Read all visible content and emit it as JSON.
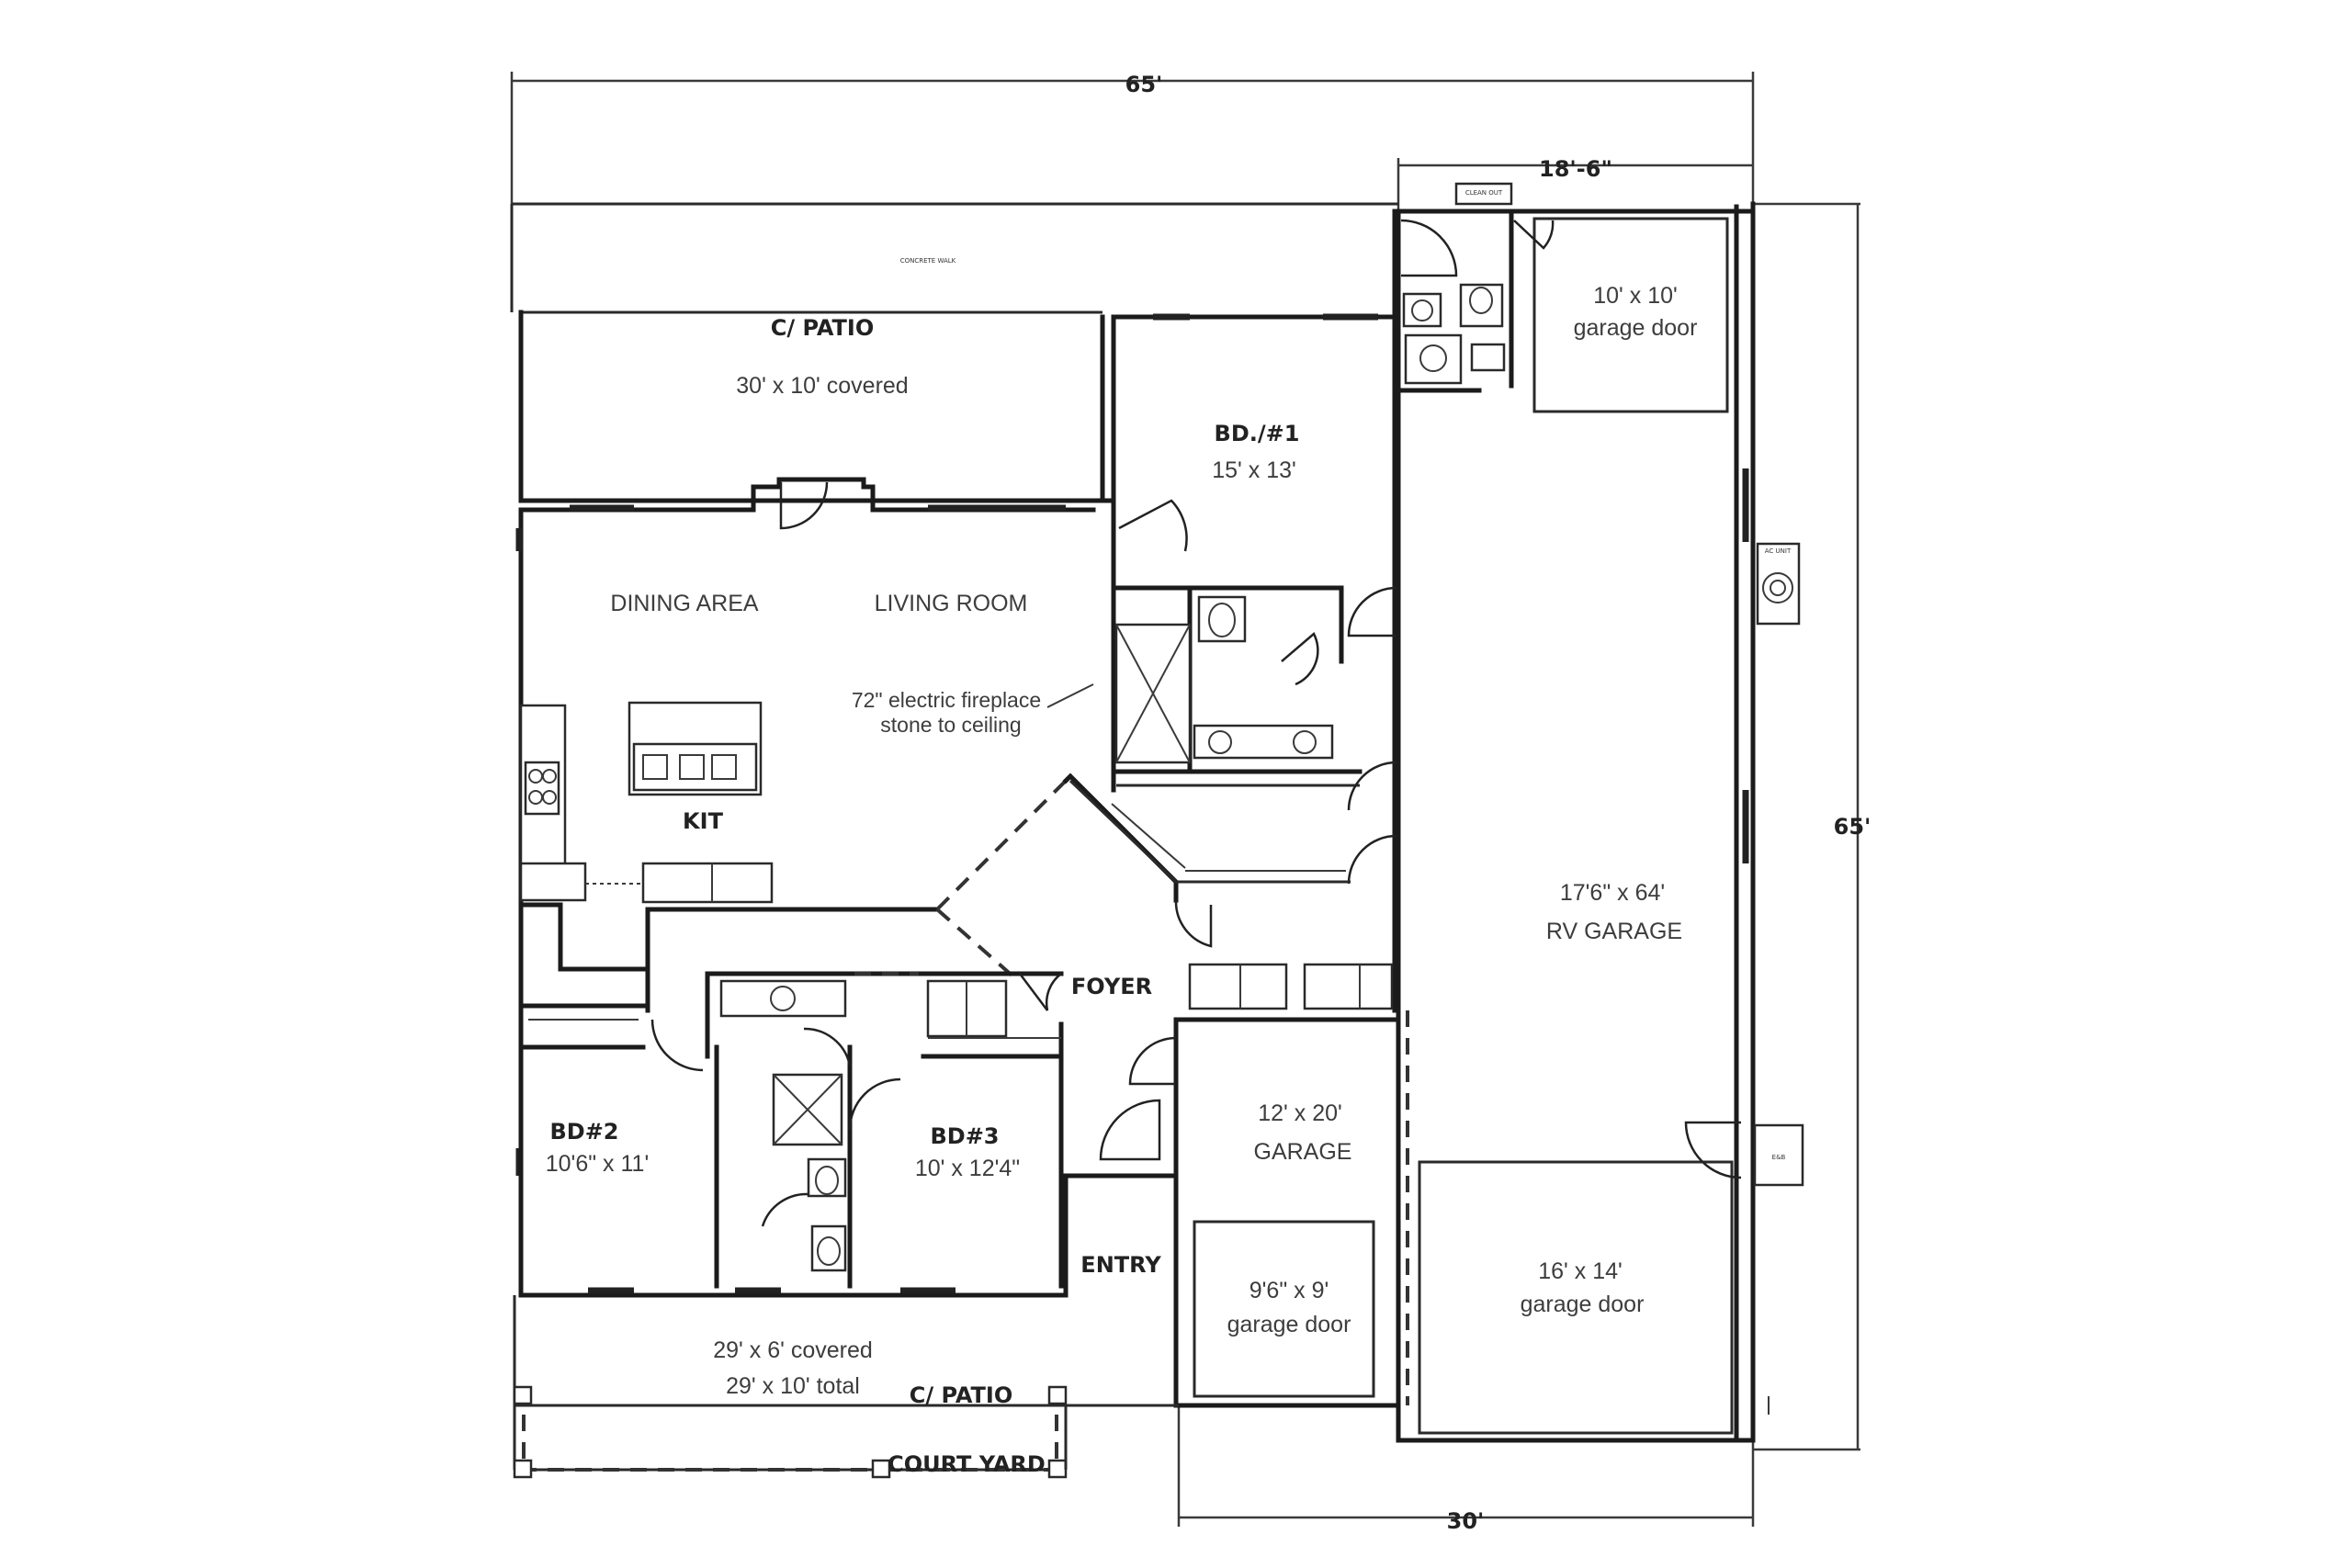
{
  "dimensions": {
    "top_overall": "65'",
    "top_garage": "18'-6\"",
    "right_overall": "65'",
    "bottom_garage": "30'"
  },
  "rooms": {
    "rear_patio": {
      "name": "C/ PATIO",
      "size": "30' x 10' covered"
    },
    "dining": {
      "name": "DINING AREA"
    },
    "living": {
      "name": "LIVING ROOM"
    },
    "fireplace": {
      "line1": "72\" electric fireplace",
      "line2": "stone to ceiling"
    },
    "kitchen": {
      "name": "KIT"
    },
    "bedroom1": {
      "name": "BD./#1",
      "size": "15' x 13'"
    },
    "bedroom2": {
      "name": "BD#2",
      "size": "10'6\" x 11'"
    },
    "bedroom3": {
      "name": "BD#3",
      "size": "10' x 12'4\""
    },
    "foyer": {
      "name": "FOYER"
    },
    "entry": {
      "name": "ENTRY"
    },
    "garage": {
      "size": "12' x 20'",
      "name": "GARAGE"
    },
    "rv_garage": {
      "size": "17'6\" x 64'",
      "name": "RV GARAGE"
    },
    "front_patio": {
      "line1": "29' x 6' covered",
      "line2": "29' x 10' total",
      "name": "C/ PATIO"
    },
    "courtyard": {
      "name": "COURT YARD"
    }
  },
  "doors": {
    "rv_top_door": {
      "size": "10' x 10'",
      "type": "garage door"
    },
    "small_garage_door": {
      "size": "9'6\" x 9'",
      "type": "garage door"
    },
    "rv_bottom_door": {
      "size": "16' x 14'",
      "type": "garage door"
    }
  }
}
